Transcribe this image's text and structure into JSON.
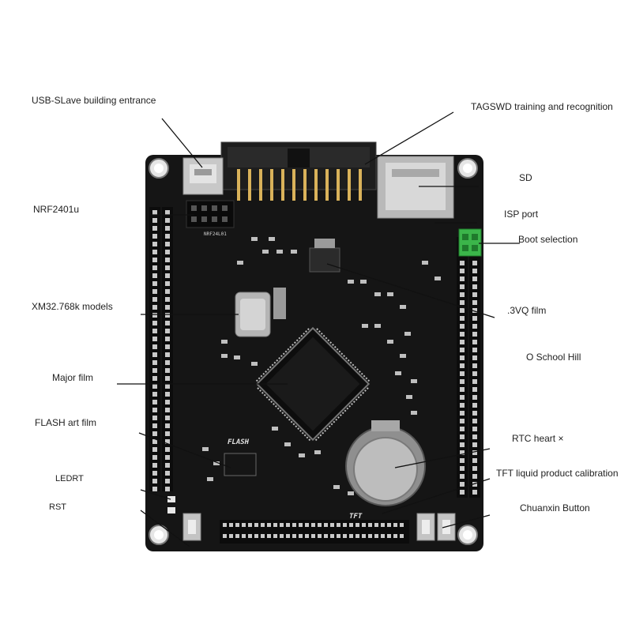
{
  "labels": {
    "usb": "USB-SLave building entrance",
    "tagswd": "TAGSWD training and recognition",
    "sd": "SD",
    "nrf": "NRF2401u",
    "isp": "ISP port",
    "boot": "Boot selection",
    "xm": "XM32.768k models",
    "v3": ".3VQ film",
    "school": "O School Hill",
    "major": "Major film",
    "flash_art": "FLASH art film",
    "rtc": "RTC heart ×",
    "tft": "TFT liquid product calibration",
    "ledrt": "LEDRT",
    "rst": "RST",
    "chuanxin": "Chuanxin Button"
  },
  "board_silk": {
    "flash": "FLASH",
    "tft": "TFT",
    "nrf_chip": "NRF24L01"
  },
  "colors": {
    "board": "#151515",
    "pin": "#c9c9c9",
    "label": "#222222",
    "leader": "#111111",
    "boot_jumper": "#3bb54a"
  }
}
